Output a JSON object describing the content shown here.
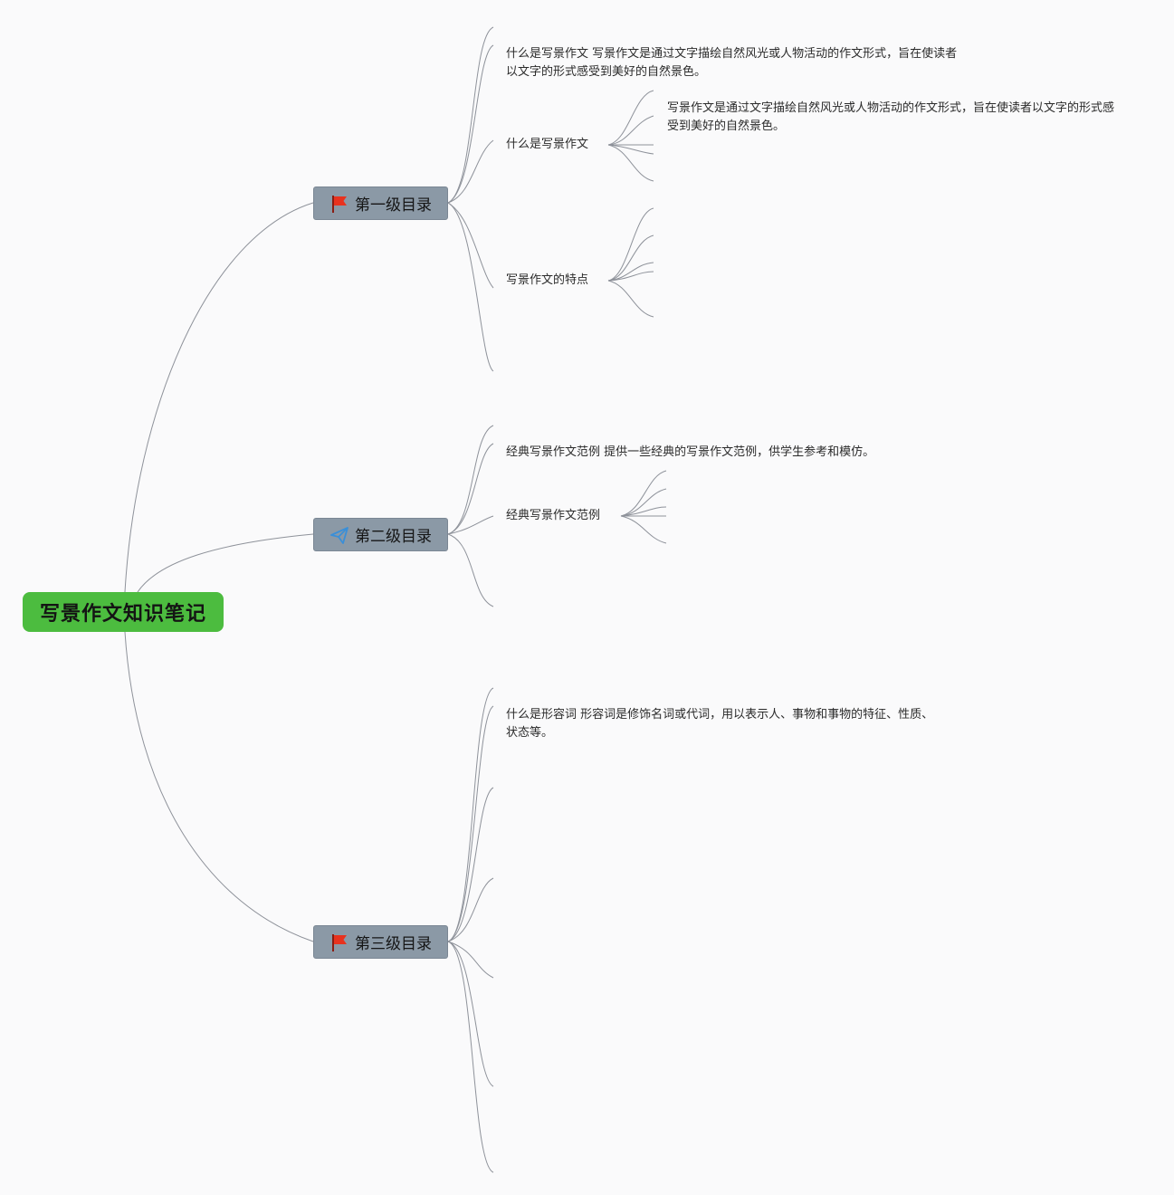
{
  "root": {
    "label": "写景作文知识笔记"
  },
  "colors": {
    "root_bg": "#4cbc3f",
    "branch_bg": "#8b99a6",
    "line": "#8e929a",
    "flag": "#e8321e",
    "plane": "#3a8fd8"
  },
  "branches": [
    {
      "label": "第一级目录",
      "icon": "red-flag-icon",
      "notes": [
        {
          "title": "什么是写景作文",
          "text": "写景作文是通过文字描绘自然风光或人物活动的作文形式，旨在使读者以文字的形式感受到美好的自然景色。"
        }
      ],
      "topics": [
        {
          "label": "什么是写景作文",
          "detail": "写景作文是通过文字描绘自然风光或人物活动的作文形式，旨在使读者以文字的形式感受到美好的自然景色。"
        },
        {
          "label": "写景作文的特点"
        }
      ]
    },
    {
      "label": "第二级目录",
      "icon": "paper-plane-icon",
      "notes": [
        {
          "title": "经典写景作文范例",
          "text": "提供一些经典的写景作文范例，供学生参考和模仿。"
        }
      ],
      "topics": [
        {
          "label": "经典写景作文范例"
        }
      ]
    },
    {
      "label": "第三级目录",
      "icon": "red-flag-icon",
      "notes": [
        {
          "title": "什么是形容词",
          "text": "形容词是修饰名词或代词，用以表示人、事物和事物的特征、性质、状态等。"
        }
      ],
      "topics": []
    }
  ]
}
